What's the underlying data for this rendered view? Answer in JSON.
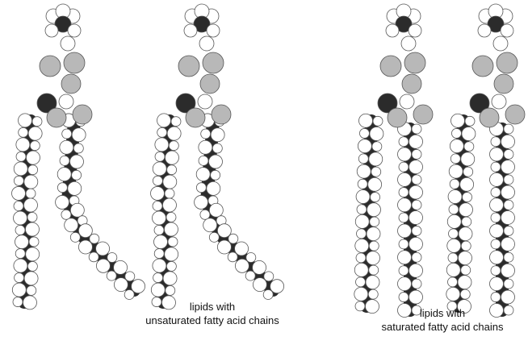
{
  "captions": {
    "unsaturated_line1": "lipids with",
    "unsaturated_line2": "unsaturated fatty acid chains",
    "saturated_line1": "lipids with",
    "saturated_line2": "saturated fatty acid chains"
  },
  "colors": {
    "background": "#ffffff",
    "hydrogen_atom": "#ffffff",
    "carbon_atom": "#2b2b2b",
    "oxygen_atom": "#b8b8b8",
    "atom_outline": "#555555"
  },
  "molecules": [
    {
      "name": "unsaturated-lipid",
      "chain_type": "unsaturated",
      "kinked": true
    },
    {
      "name": "unsaturated-lipid",
      "chain_type": "unsaturated",
      "kinked": true
    },
    {
      "name": "saturated-lipid",
      "chain_type": "saturated",
      "kinked": false
    },
    {
      "name": "saturated-lipid",
      "chain_type": "saturated",
      "kinked": false
    }
  ]
}
